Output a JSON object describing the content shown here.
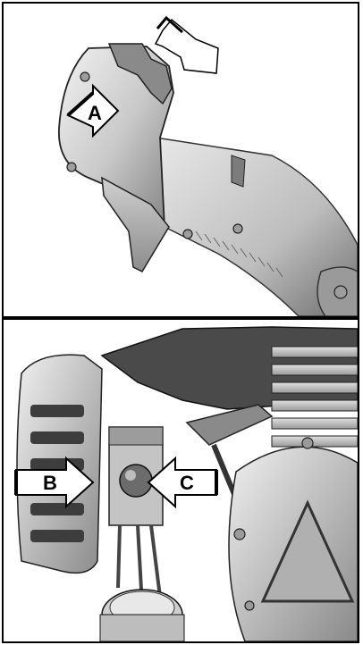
{
  "figure": {
    "top_panel": {
      "callouts": [
        {
          "label": "A"
        }
      ]
    },
    "bottom_panel": {
      "callouts": [
        {
          "label": "B"
        },
        {
          "label": "C"
        }
      ]
    }
  },
  "colors": {
    "frame": "#000000",
    "metal_light": "#e6e6e6",
    "metal_mid": "#b8b8b8",
    "metal_dark": "#555555"
  },
  "icons": [
    "arrow-callout-icon",
    "curved-arrow-icon"
  ]
}
